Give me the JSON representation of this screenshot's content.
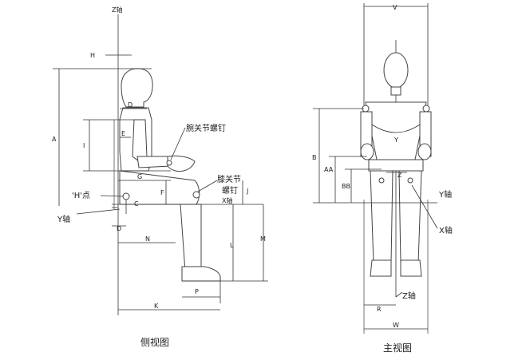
{
  "side_view": {
    "caption": "侧视图",
    "axis_z": "Z轴",
    "axis_y": "Y轴",
    "axis_x": "X轴",
    "h_point": "'H'点",
    "wrist_bolt": "腕关节螺钉",
    "knee_bolt_line1": "膝关节",
    "knee_bolt_line2": "螺钉",
    "dims": {
      "H": "H",
      "A": "A",
      "I": "I",
      "D_top": "D",
      "E": "E",
      "F": "F",
      "G": "G",
      "J": "J",
      "C": "C",
      "D_bottom": "D",
      "N": "N",
      "L": "L",
      "M": "M",
      "P": "P",
      "K": "K"
    }
  },
  "front_view": {
    "caption": "主视图",
    "axis_y": "Y轴",
    "axis_x": "X轴",
    "axis_z": "Z轴",
    "dims": {
      "V": "V",
      "B": "B",
      "AA": "AA",
      "BB": "BB",
      "Y": "Y",
      "Z": "Z",
      "R": "R",
      "W": "W"
    }
  }
}
